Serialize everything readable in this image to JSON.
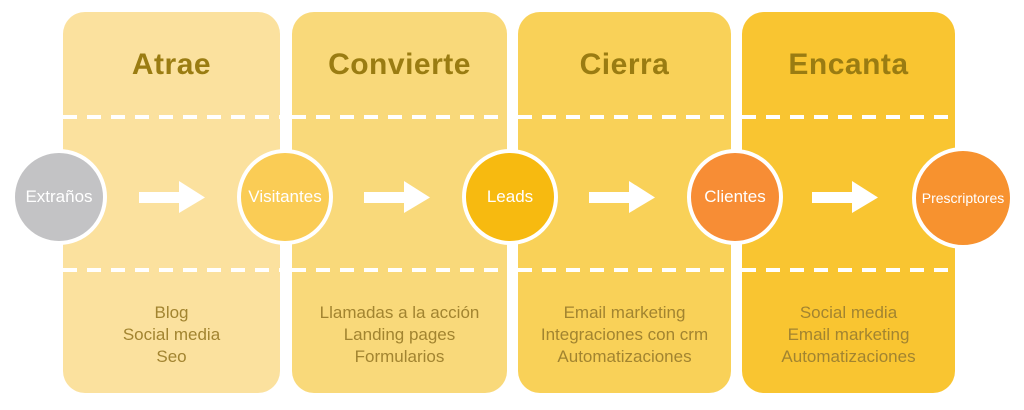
{
  "funnel": {
    "stages": [
      {
        "title": "Atrae",
        "bg": "#FBE19E",
        "items": [
          "Blog",
          "Social media",
          "Seo"
        ]
      },
      {
        "title": "Convierte",
        "bg": "#F9D97A",
        "items": [
          "Llamadas a la acción",
          "Landing pages",
          "Formularios"
        ]
      },
      {
        "title": "Cierra",
        "bg": "#F9D158",
        "items": [
          "Email marketing",
          "Integraciones con crm",
          "Automatizaciones"
        ]
      },
      {
        "title": "Encanta",
        "bg": "#F9C531",
        "items": [
          "Social media",
          "Email marketing",
          "Automatizaciones"
        ]
      }
    ],
    "nodes": [
      {
        "label": "Extraños",
        "color": "#C3C3C5"
      },
      {
        "label": "Visitantes",
        "color": "#FACC55"
      },
      {
        "label": "Leads",
        "color": "#F7BA10"
      },
      {
        "label": "Clientes",
        "color": "#F78D35"
      },
      {
        "label": "Prescriptores",
        "color": "#F7922F"
      }
    ],
    "colors": {
      "title_text": "#9A7C12",
      "item_text": "#A28430",
      "node_label_text": "#FFFFFF",
      "divider": "#FFFFFF",
      "arrow": "#FFFFFF",
      "page_background": "#FFFFFF"
    }
  }
}
